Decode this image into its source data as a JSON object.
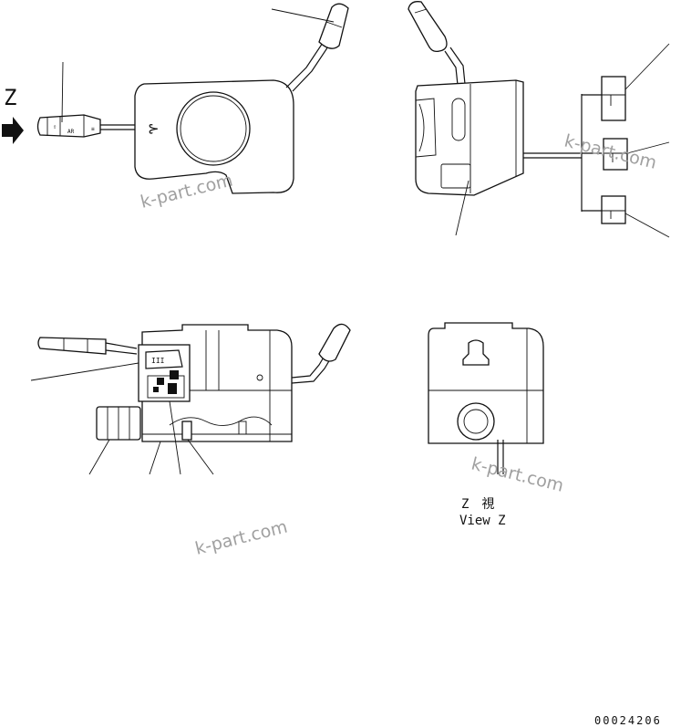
{
  "view_letter": "Z",
  "view_caption_jp": "Z　視",
  "view_caption_en": "View Z",
  "figure_number": "00024206",
  "watermark": "k-part.com"
}
